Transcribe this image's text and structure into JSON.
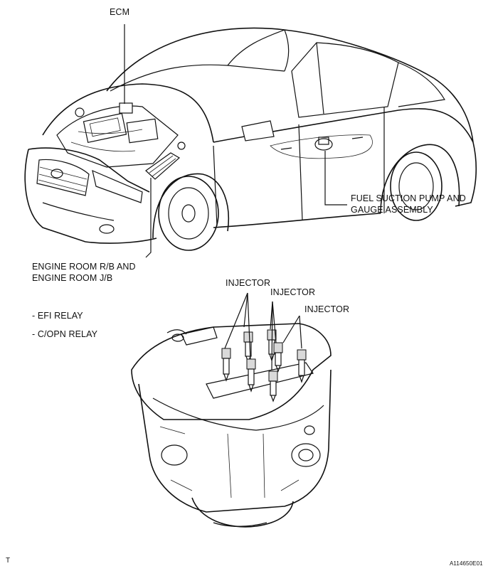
{
  "labels": {
    "ecm": "ECM",
    "fuel_pump_line1": "FUEL SUCTION PUMP AND",
    "fuel_pump_line2": "GAUGE ASSEMBLY",
    "engine_room_line1": "ENGINE ROOM R/B AND",
    "engine_room_line2": "ENGINE ROOM J/B",
    "relay_efi": "- EFI RELAY",
    "relay_copn": "- C/OPN RELAY",
    "injector_1": "INJECTOR",
    "injector_2": "INJECTOR",
    "injector_3": "INJECTOR"
  },
  "footer": {
    "left_code": "T",
    "right_code": "A114650E01"
  }
}
